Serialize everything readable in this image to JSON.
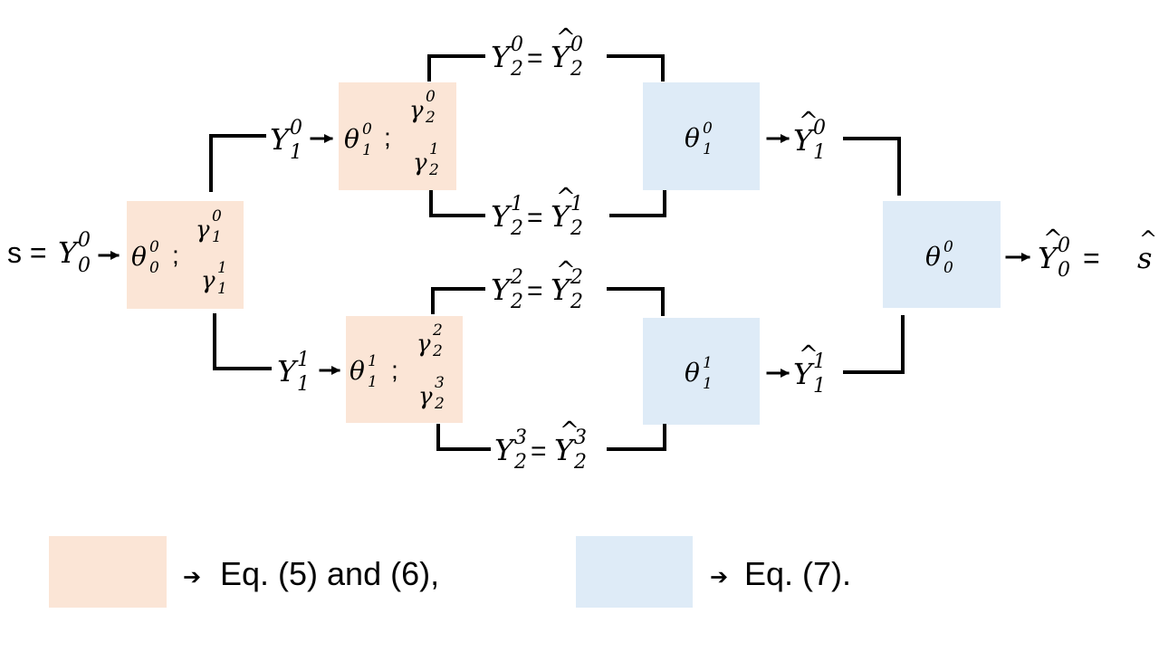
{
  "diagram": {
    "input_label": {
      "prefix": "s = ",
      "var": "Y",
      "sub": "0",
      "sup": "0"
    },
    "encoders": [
      {
        "theta": {
          "sub": "0",
          "sup": "0"
        },
        "sep": ";",
        "gammas": [
          {
            "sub": "1",
            "sup": "0"
          },
          {
            "sub": "1",
            "sup": "1"
          }
        ]
      },
      {
        "theta": {
          "sub": "1",
          "sup": "0"
        },
        "sep": ";",
        "gammas": [
          {
            "sub": "2",
            "sup": "0"
          },
          {
            "sub": "2",
            "sup": "1"
          }
        ]
      },
      {
        "theta": {
          "sub": "1",
          "sup": "1"
        },
        "sep": ";",
        "gammas": [
          {
            "sub": "2",
            "sup": "2"
          },
          {
            "sub": "2",
            "sup": "3"
          }
        ]
      }
    ],
    "decoders": [
      {
        "theta": {
          "sub": "1",
          "sup": "0"
        }
      },
      {
        "theta": {
          "sub": "1",
          "sup": "1"
        }
      },
      {
        "theta": {
          "sub": "0",
          "sup": "0"
        }
      }
    ],
    "level1_labels": [
      {
        "var": "Y",
        "sub": "1",
        "sup": "0"
      },
      {
        "var": "Y",
        "sub": "1",
        "sup": "1"
      }
    ],
    "level2_labels": [
      {
        "var": "Y",
        "sub": "2",
        "sup": "0",
        "eq": "="
      },
      {
        "var": "Y",
        "sub": "2",
        "sup": "1",
        "eq": "="
      },
      {
        "var": "Y",
        "sub": "2",
        "sup": "2",
        "eq": "="
      },
      {
        "var": "Y",
        "sub": "2",
        "sup": "3",
        "eq": "="
      }
    ],
    "decoded_labels": [
      {
        "var": "Y",
        "sub": "1",
        "sup": "0"
      },
      {
        "var": "Y",
        "sub": "1",
        "sup": "1"
      }
    ],
    "output_label": {
      "var": "Y",
      "sub": "0",
      "sup": "0",
      "eq": "=",
      "result": "s"
    },
    "hat": "^"
  },
  "legend": [
    {
      "color": "#fbe5d6",
      "arrow": "➔",
      "text": "Eq. (5) and (6),"
    },
    {
      "color": "#deebf7",
      "arrow": "➔",
      "text": "Eq. (7)."
    }
  ],
  "colors": {
    "encoder": "#fbe5d6",
    "decoder": "#deebf7",
    "line": "#000000"
  }
}
